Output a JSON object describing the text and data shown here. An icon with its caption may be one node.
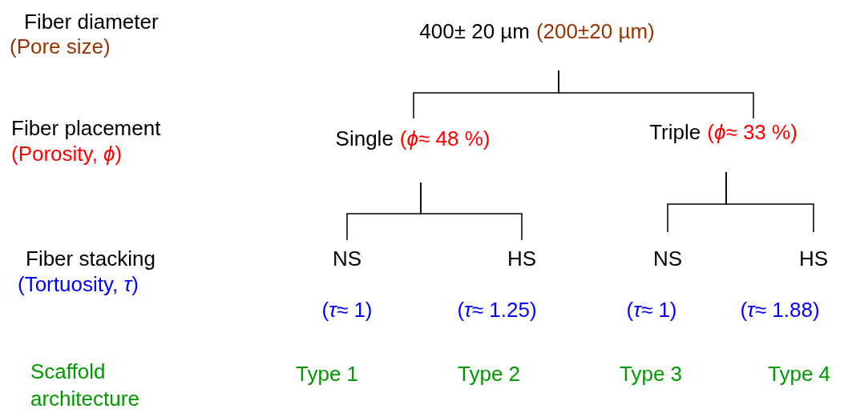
{
  "diagram": {
    "nodes": [
      {
        "text": [
          "400± 20 µm",
          "(200±20 µm)"
        ]
      },
      {
        "text": [
          "Single",
          "(*ϕ*≈ 48 %)"
        ]
      },
      {
        "text": [
          "Triple",
          "(*ϕ*≈ 33 %)"
        ]
      },
      {
        "text": [
          "NS"
        ],
        "beside": [
          "(*τ*≈ 1)",
          "Type 1"
        ]
      },
      {
        "text": [
          "HS"
        ],
        "beside": [
          "(*τ*≈ 1.25)",
          "Type 2"
        ]
      },
      {
        "text": [
          "NS"
        ],
        "beside": [
          "(*τ*≈ 1)",
          "Type 3"
        ]
      },
      {
        "text": [
          "HS"
        ],
        "beside": [
          "(*τ*≈ 1.88)",
          "Type 4"
        ]
      }
    ],
    "edges": [
      {
        "from": 0,
        "to": 1,
        "arrow": "none"
      },
      {
        "from": 0,
        "to": 2,
        "arrow": "none"
      },
      {
        "from": 1,
        "to": 3,
        "arrow": "none"
      },
      {
        "from": 1,
        "to": 4,
        "arrow": "none"
      },
      {
        "from": 2,
        "to": 5,
        "arrow": "none"
      },
      {
        "from": 2,
        "to": 6,
        "arrow": "none"
      }
    ],
    "labels": [
      "Fiber diameter",
      "(Pore size)",
      "Fiber placement",
      "(Porosity, *ϕ*)",
      "Fiber stacking",
      "(Tortuosity, *τ*)",
      "Scaffold architecture"
    ]
  }
}
